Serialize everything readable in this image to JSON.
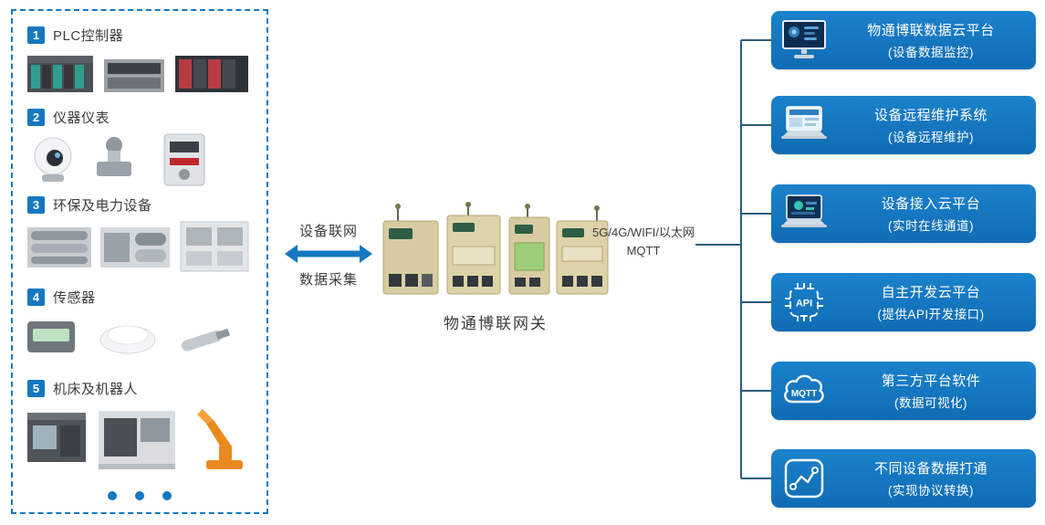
{
  "left_panel": {
    "categories": [
      {
        "num": "1",
        "label": "PLC控制器"
      },
      {
        "num": "2",
        "label": "仪器仪表"
      },
      {
        "num": "3",
        "label": "环保及电力设备"
      },
      {
        "num": "4",
        "label": "传感器"
      },
      {
        "num": "5",
        "label": "机床及机器人"
      }
    ]
  },
  "middle": {
    "top_arrow_label": "设备联网",
    "bottom_arrow_label": "数据采集",
    "gateway_caption": "物通博联网关",
    "uplink_line1": "5G/4G/WIFI/以太网",
    "uplink_line2": "MQTT"
  },
  "platforms": [
    {
      "icon": "monitor-dashboard",
      "title": "物通博联数据云平台",
      "subtitle": "(设备数据监控)"
    },
    {
      "icon": "laptop-remote",
      "title": "设备远程维护系统",
      "subtitle": "(设备远程维护)"
    },
    {
      "icon": "laptop-cloud",
      "title": "设备接入云平台",
      "subtitle": "(实时在线通道)"
    },
    {
      "icon": "api-chip",
      "icon_text": "API",
      "title": "自主开发云平台",
      "subtitle": "(提供API开发接口)"
    },
    {
      "icon": "mqtt-cloud",
      "icon_text": "MQTT",
      "title": "第三方平台软件",
      "subtitle": "(数据可视化)"
    },
    {
      "icon": "chart-line",
      "title": "不同设备数据打通",
      "subtitle": "(实现协议转换)"
    }
  ],
  "colors": {
    "accent_blue": "#1577c0",
    "card_blue": "#0f6cb4",
    "connector": "#2b5d7d"
  }
}
